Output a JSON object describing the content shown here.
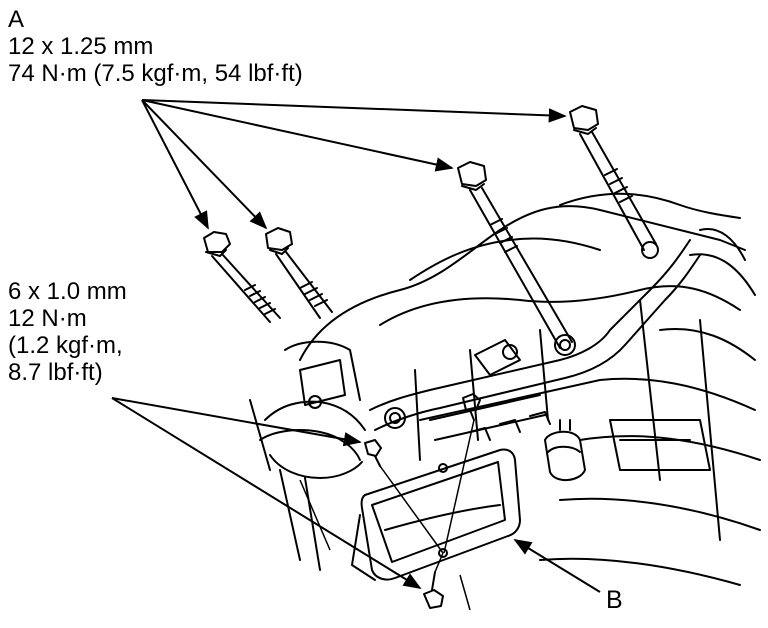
{
  "callout_a": {
    "letter": "A",
    "size": "12 x 1.25 mm",
    "torque": "74 N·m (7.5 kgf·m, 54 lbf·ft)"
  },
  "callout_small_bolts": {
    "size": "6 x 1.0 mm",
    "torque_line1": "12 N·m",
    "torque_line2": "(1.2 kgf·m,",
    "torque_line3": "8.7 lbf·ft)"
  },
  "callout_b": {
    "letter": "B"
  }
}
